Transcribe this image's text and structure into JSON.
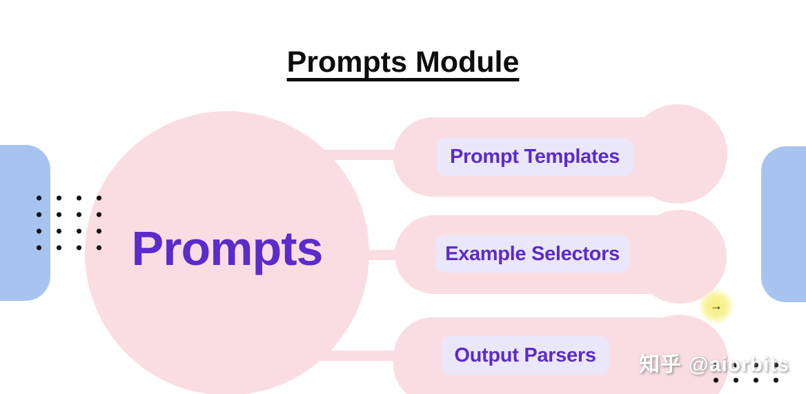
{
  "title": "Prompts Module",
  "diagram": {
    "center": {
      "label": "Prompts"
    },
    "branches": [
      {
        "label": "Prompt Templates"
      },
      {
        "label": "Example Selectors"
      },
      {
        "label": "Output Parsers"
      }
    ]
  },
  "cursor": {
    "glyph": "→"
  },
  "watermark": {
    "text": "知乎 @aiorbits"
  },
  "colors": {
    "pink": "#fadde3",
    "lavender": "#e9e7f9",
    "purple": "#5b2bcb",
    "blue": "#a7c4f1",
    "title_black": "#0d0d0d",
    "dot_black": "#141414",
    "cursor_glow_yellow": "#f5ef76"
  }
}
